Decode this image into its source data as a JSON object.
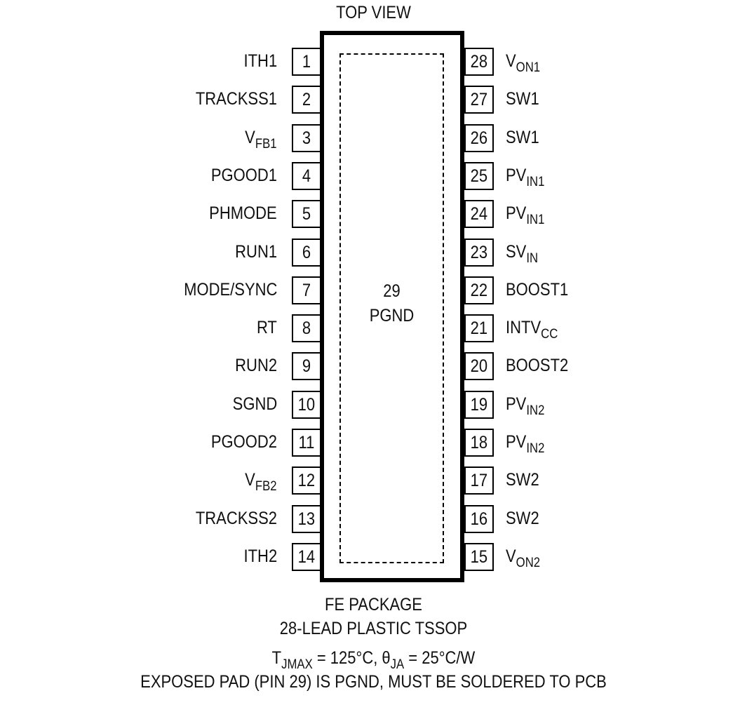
{
  "diagram": {
    "title": "TOP VIEW",
    "exposed_pad": {
      "number": "29",
      "name": "PGND"
    },
    "left_pins": [
      {
        "num": "1",
        "name": "ITH1",
        "sub": ""
      },
      {
        "num": "2",
        "name": "TRACKSS1",
        "sub": ""
      },
      {
        "num": "3",
        "name": "V",
        "sub": "FB1"
      },
      {
        "num": "4",
        "name": "PGOOD1",
        "sub": ""
      },
      {
        "num": "5",
        "name": "PHMODE",
        "sub": ""
      },
      {
        "num": "6",
        "name": "RUN1",
        "sub": ""
      },
      {
        "num": "7",
        "name": "MODE/SYNC",
        "sub": ""
      },
      {
        "num": "8",
        "name": "RT",
        "sub": ""
      },
      {
        "num": "9",
        "name": "RUN2",
        "sub": ""
      },
      {
        "num": "10",
        "name": "SGND",
        "sub": ""
      },
      {
        "num": "11",
        "name": "PGOOD2",
        "sub": ""
      },
      {
        "num": "12",
        "name": "V",
        "sub": "FB2"
      },
      {
        "num": "13",
        "name": "TRACKSS2",
        "sub": ""
      },
      {
        "num": "14",
        "name": "ITH2",
        "sub": ""
      }
    ],
    "right_pins": [
      {
        "num": "28",
        "name": "V",
        "sub": "ON1"
      },
      {
        "num": "27",
        "name": "SW1",
        "sub": ""
      },
      {
        "num": "26",
        "name": "SW1",
        "sub": ""
      },
      {
        "num": "25",
        "name": "PV",
        "sub": "IN1"
      },
      {
        "num": "24",
        "name": "PV",
        "sub": "IN1"
      },
      {
        "num": "23",
        "name": "SV",
        "sub": "IN"
      },
      {
        "num": "22",
        "name": "BOOST1",
        "sub": ""
      },
      {
        "num": "21",
        "name": "INTV",
        "sub": "CC"
      },
      {
        "num": "20",
        "name": "BOOST2",
        "sub": ""
      },
      {
        "num": "19",
        "name": "PV",
        "sub": "IN2"
      },
      {
        "num": "18",
        "name": "PV",
        "sub": "IN2"
      },
      {
        "num": "17",
        "name": "SW2",
        "sub": ""
      },
      {
        "num": "16",
        "name": "SW2",
        "sub": ""
      },
      {
        "num": "15",
        "name": "V",
        "sub": "ON2"
      }
    ],
    "package_name": "FE PACKAGE",
    "package_desc": "28-LEAD PLASTIC TSSOP",
    "thermal": {
      "tj_symbol": "T",
      "tj_sub": "JMAX",
      "tj_value": " = 125°C, ",
      "theta_symbol": "θ",
      "theta_sub": "JA",
      "theta_value": " = 25°C/W"
    },
    "note": "EXPOSED PAD (PIN 29) IS PGND, MUST BE SOLDERED TO PCB"
  }
}
